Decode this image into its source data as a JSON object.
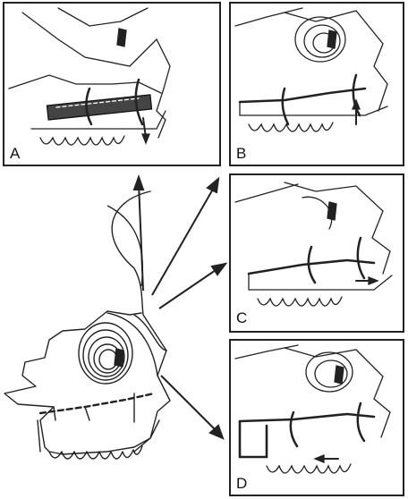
{
  "panels": [
    {
      "key": "A",
      "label": "A"
    },
    {
      "key": "B",
      "label": "B"
    },
    {
      "key": "C",
      "label": "C"
    },
    {
      "key": "D",
      "label": "D"
    }
  ],
  "colors": {
    "line": "#222222",
    "plate": "#333333",
    "bg": "#ffffff"
  }
}
